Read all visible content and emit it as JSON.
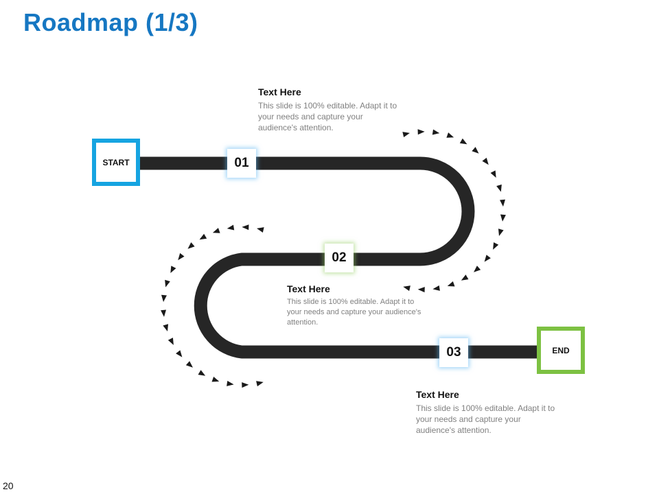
{
  "title": "Roadmap (1/3)",
  "start_label": "START",
  "end_label": "END",
  "milestones": [
    {
      "number": "01",
      "heading": "Text Here",
      "body": "This slide is 100% editable. Adapt it to your needs and capture your audience's attention."
    },
    {
      "number": "02",
      "heading": "Text Here",
      "body": "This slide is 100% editable. Adapt it to your needs and capture your audience's attention."
    },
    {
      "number": "03",
      "heading": "Text Here",
      "body": "This slide is 100% editable. Adapt it to your needs and capture your audience's attention."
    }
  ],
  "page_number": "20",
  "colors": {
    "title": "#1677c2",
    "road": "#262626",
    "start_border": "#16a4e1",
    "end_border": "#7dc142",
    "arrow": "#1a1a1a"
  }
}
